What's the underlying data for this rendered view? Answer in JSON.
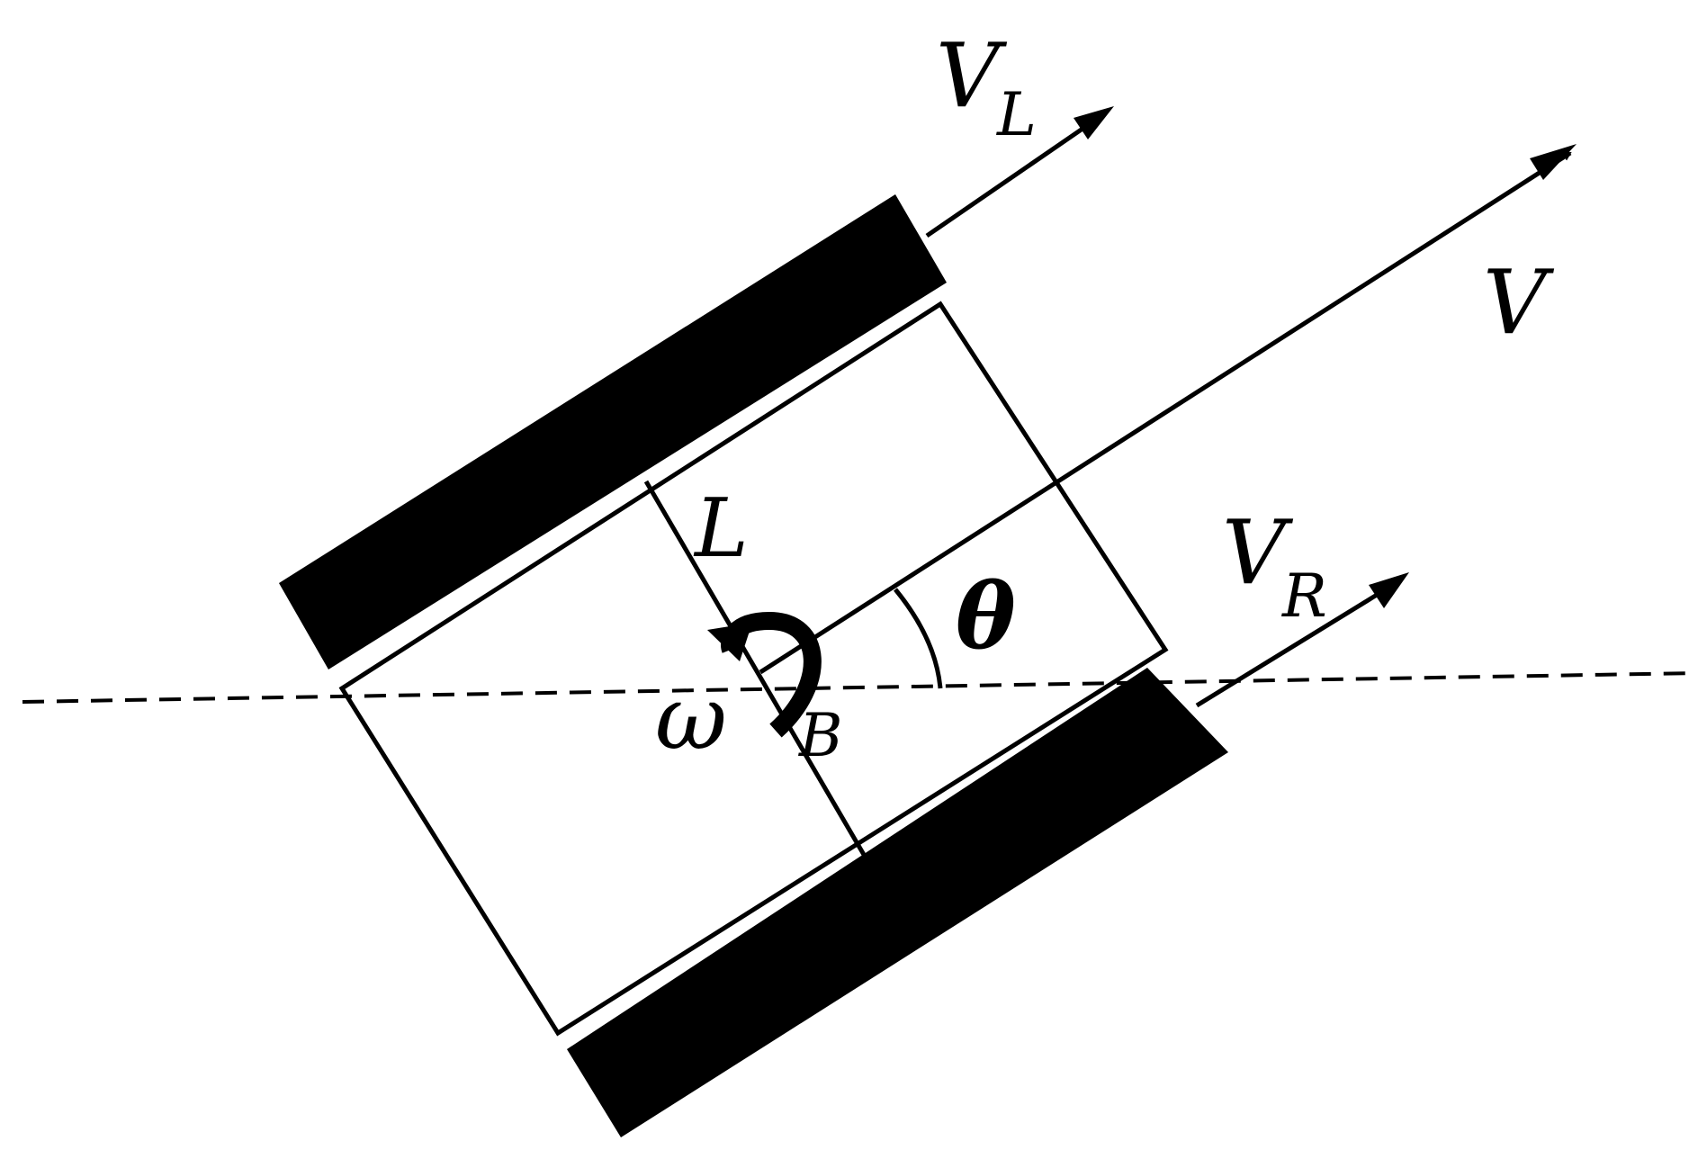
{
  "labels": {
    "v_left_main": "V",
    "v_left_sub": "L",
    "v": "V",
    "v_right_main": "V",
    "v_right_sub": "R",
    "length": "L",
    "theta": "θ",
    "omega": "ω",
    "point": "B"
  },
  "colors": {
    "ink": "#000000",
    "background": "#ffffff"
  }
}
